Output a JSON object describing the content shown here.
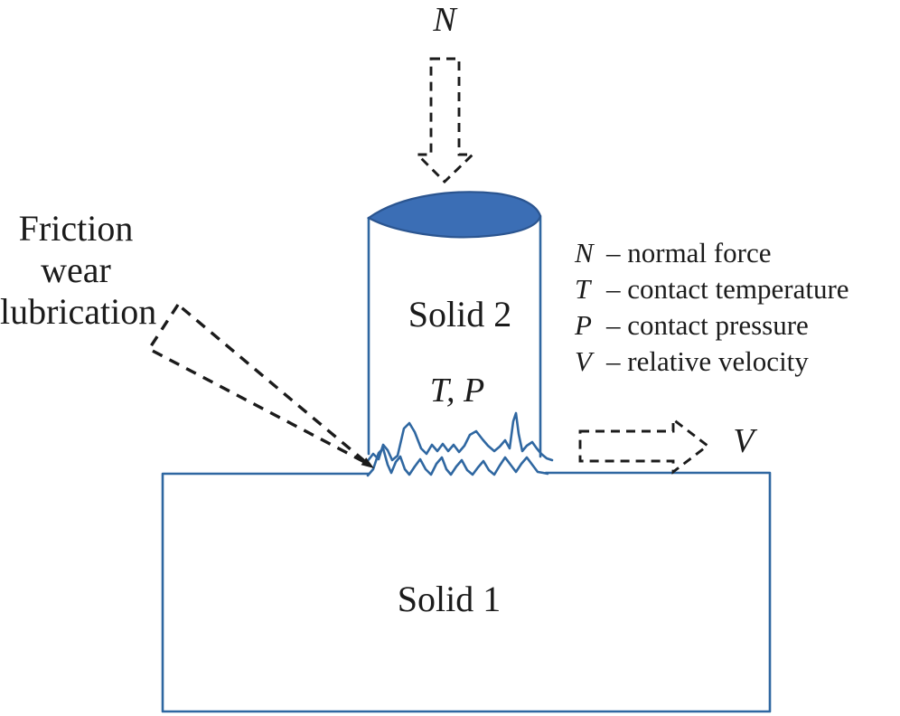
{
  "labels": {
    "normal_force_symbol": "N",
    "solid2": "Solid 2",
    "contact_vars": "T, P",
    "solid1": "Solid 1",
    "velocity_symbol": "V"
  },
  "callout": {
    "lines": [
      "Friction",
      "wear",
      "lubrication"
    ]
  },
  "legend": {
    "items": [
      {
        "symbol": "N",
        "desc": "– normal force"
      },
      {
        "symbol": "T",
        "desc": "– contact temperature"
      },
      {
        "symbol": "P",
        "desc": "– contact pressure"
      },
      {
        "symbol": "V",
        "desc": "– relative velocity"
      }
    ]
  },
  "colors": {
    "outline_blue": "#2f67a1",
    "top_face_fill": "#3b6eb5",
    "top_face_stroke": "#2b5590",
    "dashed_black": "#1b1b1b",
    "text": "#1b1b1b",
    "background": "#ffffff"
  }
}
